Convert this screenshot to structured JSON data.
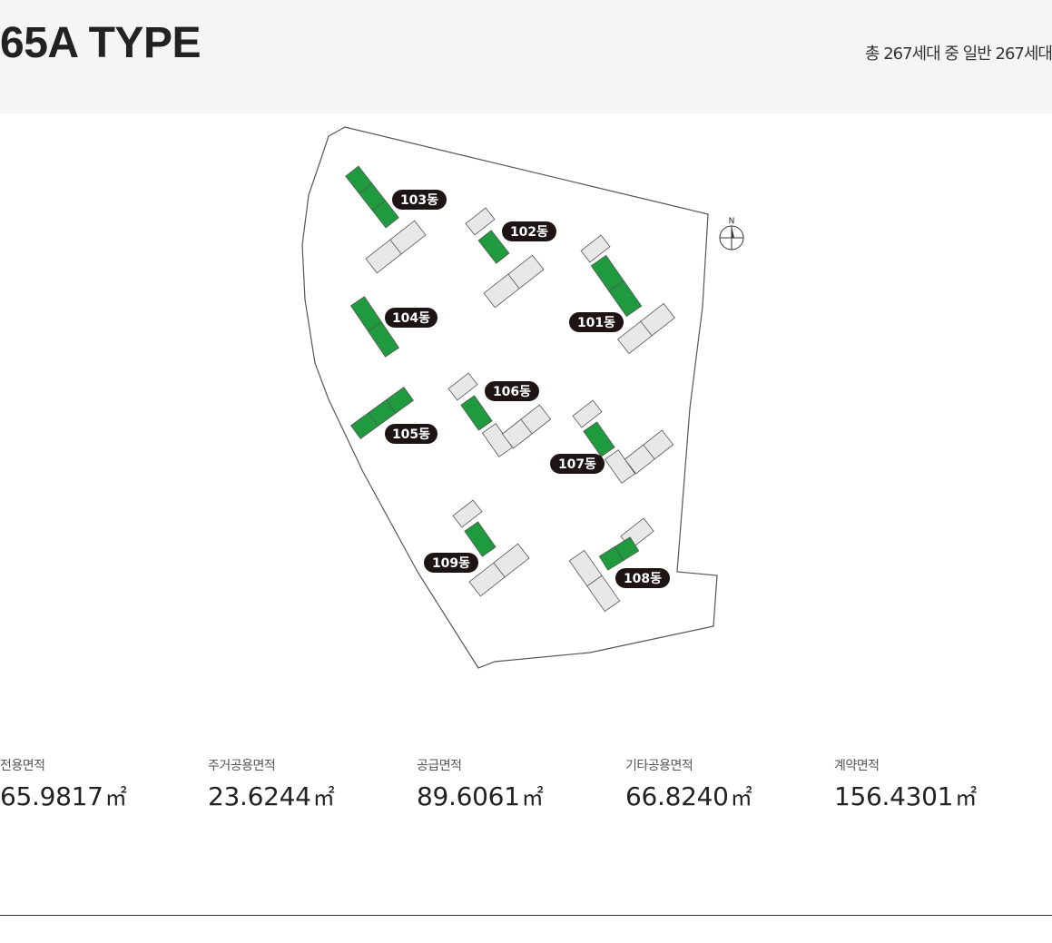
{
  "header": {
    "title": "65A TYPE",
    "household_summary": "총 267세대 중 일반 267세대"
  },
  "site_plan": {
    "compass_label": "N",
    "colors": {
      "highlight": "#1f9a3e",
      "building": "#e8e8e8",
      "outline": "#555555",
      "label_bg": "#1e1414",
      "label_text": "#ffffff"
    },
    "buildings": [
      {
        "label": "101동",
        "highlighted_units": 2
      },
      {
        "label": "102동",
        "highlighted_units": 1
      },
      {
        "label": "103동",
        "highlighted_units": 3
      },
      {
        "label": "104동",
        "highlighted_units": 2
      },
      {
        "label": "105동",
        "highlighted_units": 3
      },
      {
        "label": "106동",
        "highlighted_units": 1
      },
      {
        "label": "107동",
        "highlighted_units": 1
      },
      {
        "label": "108동",
        "highlighted_units": 2
      },
      {
        "label": "109동",
        "highlighted_units": 1
      }
    ]
  },
  "areas": [
    {
      "label": "전용면적",
      "value": "65.9817",
      "unit": "㎡"
    },
    {
      "label": "주거공용면적",
      "value": "23.6244",
      "unit": "㎡"
    },
    {
      "label": "공급면적",
      "value": "89.6061",
      "unit": "㎡"
    },
    {
      "label": "기타공용면적",
      "value": "66.8240",
      "unit": "㎡"
    },
    {
      "label": "계약면적",
      "value": "156.4301",
      "unit": "㎡"
    }
  ]
}
